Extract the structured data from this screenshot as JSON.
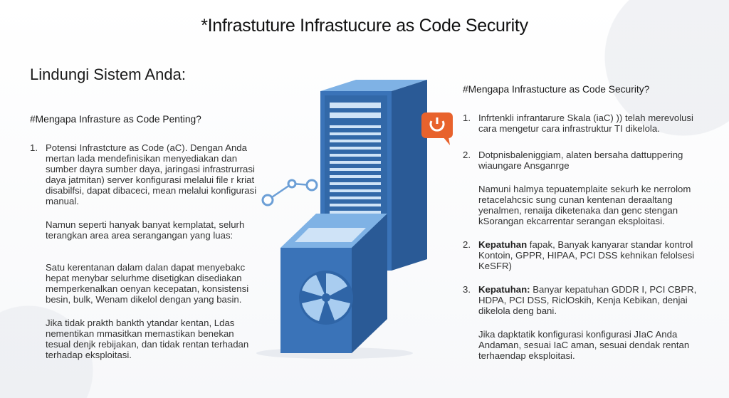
{
  "title": "*Infrastuture Infrastucure as Code Security",
  "subtitle": "Lindungi Sistem Anda:",
  "left": {
    "heading": "#Mengapa Infrasture as Code Penting?",
    "item1_num": "1.",
    "item1_text": "Potensi Infrastcture as Code (aC). Dengan Anda mertan lada mendefinisikan menyediakan dan sumber dayra sumber daya, jaringasi infrastrurrasi daya jatmitan) server konfigurasi melalui file r kriat disabilfsi, dapat dibaceci, mean melalui konfigurasi manual.",
    "para1": "Namun seperti hanyak banyat kemplatat, selurh terangkan area area serangangan yang luas:",
    "para2": "Satu kerentanan dalam dalan dapat menyebakc hepat menybar selurhme disetigkan disediakan memperkenalkan oenyan kecepatan, konsistensi besin, bulk, Wenam dikelol dengan yang basin.",
    "para3": "Jika tidak prakth bankth ytandar kentan, Ldas nementikan mmasitkan memastikan benekan tesual denjk rebijakan, dan tidak rentan terhadan terhadap eksploitasi."
  },
  "right": {
    "heading": "#Mengapa Infrastucture as Code Security?",
    "item1_num": "1.",
    "item1_text": "Infrtenkli infrantarure Skala (iaC) )) telah merevolusi cara mengetur cara infrastruktur TI dikelola.",
    "item2_num": "2.",
    "item2_text": "Dotpnisbaleniggiam, alaten bersaha dattuppering wiaungare Ansganrge",
    "para1": "Namuni halmya tepuatemplaite sekurh ke nerrolom retacelahcsic sung cunan kentenan deraaltang yenalmen, renaija diketenaka dan genc stengan kSorangan ekcarrentar serangan eksploitasi.",
    "item3_num": "2.",
    "item3_bold": "Kepatuhan",
    "item3_text": " fapak, Banyak kanyarar standar kontrol Kontoin, GPPR, HIPAA, PCI DSS kehnikan felolsesi KeSFR)",
    "item4_num": "3.",
    "item4_bold": "Kepatuhan:",
    "item4_text": " Banyar kepatuhan GDDR I, PCI CBPR, HDPA, PCI DSS, RiclOskih, Kenja Kebikan, denjai dikelola deng bani.",
    "para2": "Jika dapktatik konfigurasi konfigurasi JIaC Anda Andaman, sesuai IaC aman, sesuai dendak rentan terhaendap eksploitasi."
  },
  "colors": {
    "server_dark": "#2a5a96",
    "server_mid": "#3a73b8",
    "server_light": "#7fb2e5",
    "accent": "#e8622c"
  },
  "icons": [
    "server-stack-icon",
    "server-fan-icon",
    "alert-bubble-icon",
    "network-nodes-icon"
  ]
}
